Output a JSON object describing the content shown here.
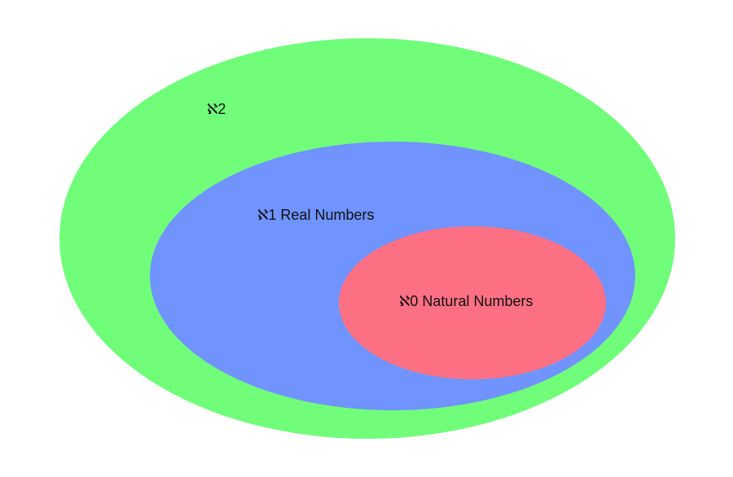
{
  "diagram": {
    "sets": [
      {
        "id": "aleph-2",
        "label": "ℵ2",
        "color": "#70fd7a"
      },
      {
        "id": "aleph-1",
        "label": "ℵ1 Real Numbers",
        "color": "#7093fd"
      },
      {
        "id": "aleph-0",
        "label": "ℵ0 Natural Numbers",
        "color": "#fd7084"
      }
    ]
  }
}
